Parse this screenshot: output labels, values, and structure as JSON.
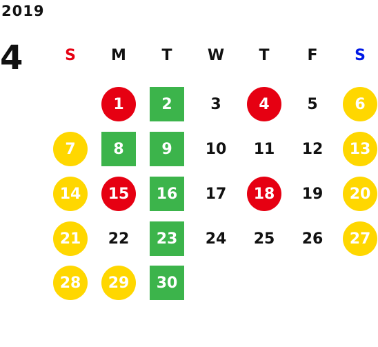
{
  "year": "2019",
  "month": "4",
  "weekdays": [
    "S",
    "M",
    "T",
    "W",
    "T",
    "F",
    "S"
  ],
  "colors": {
    "sunday": "#e60012",
    "saturday": "#0019e6",
    "weekday": "#111111",
    "red": "#e60012",
    "yellow": "#ffd700",
    "green": "#3cb44b",
    "plain_text": "#111111",
    "marked_text": "#ffffff"
  },
  "days": [
    {
      "day": "1",
      "dow": 1,
      "week": 0,
      "style": "red"
    },
    {
      "day": "2",
      "dow": 2,
      "week": 0,
      "style": "green"
    },
    {
      "day": "3",
      "dow": 3,
      "week": 0,
      "style": "plain"
    },
    {
      "day": "4",
      "dow": 4,
      "week": 0,
      "style": "red"
    },
    {
      "day": "5",
      "dow": 5,
      "week": 0,
      "style": "plain"
    },
    {
      "day": "6",
      "dow": 6,
      "week": 0,
      "style": "yellow"
    },
    {
      "day": "7",
      "dow": 0,
      "week": 1,
      "style": "yellow"
    },
    {
      "day": "8",
      "dow": 1,
      "week": 1,
      "style": "green"
    },
    {
      "day": "9",
      "dow": 2,
      "week": 1,
      "style": "green"
    },
    {
      "day": "10",
      "dow": 3,
      "week": 1,
      "style": "plain"
    },
    {
      "day": "11",
      "dow": 4,
      "week": 1,
      "style": "plain"
    },
    {
      "day": "12",
      "dow": 5,
      "week": 1,
      "style": "plain"
    },
    {
      "day": "13",
      "dow": 6,
      "week": 1,
      "style": "yellow"
    },
    {
      "day": "14",
      "dow": 0,
      "week": 2,
      "style": "yellow"
    },
    {
      "day": "15",
      "dow": 1,
      "week": 2,
      "style": "red"
    },
    {
      "day": "16",
      "dow": 2,
      "week": 2,
      "style": "green"
    },
    {
      "day": "17",
      "dow": 3,
      "week": 2,
      "style": "plain"
    },
    {
      "day": "18",
      "dow": 4,
      "week": 2,
      "style": "red"
    },
    {
      "day": "19",
      "dow": 5,
      "week": 2,
      "style": "plain"
    },
    {
      "day": "20",
      "dow": 6,
      "week": 2,
      "style": "yellow"
    },
    {
      "day": "21",
      "dow": 0,
      "week": 3,
      "style": "yellow"
    },
    {
      "day": "22",
      "dow": 1,
      "week": 3,
      "style": "plain"
    },
    {
      "day": "23",
      "dow": 2,
      "week": 3,
      "style": "green"
    },
    {
      "day": "24",
      "dow": 3,
      "week": 3,
      "style": "plain"
    },
    {
      "day": "25",
      "dow": 4,
      "week": 3,
      "style": "plain"
    },
    {
      "day": "26",
      "dow": 5,
      "week": 3,
      "style": "plain"
    },
    {
      "day": "27",
      "dow": 6,
      "week": 3,
      "style": "yellow"
    },
    {
      "day": "28",
      "dow": 0,
      "week": 4,
      "style": "yellow"
    },
    {
      "day": "29",
      "dow": 1,
      "week": 4,
      "style": "yellow"
    },
    {
      "day": "30",
      "dow": 2,
      "week": 4,
      "style": "green"
    }
  ]
}
